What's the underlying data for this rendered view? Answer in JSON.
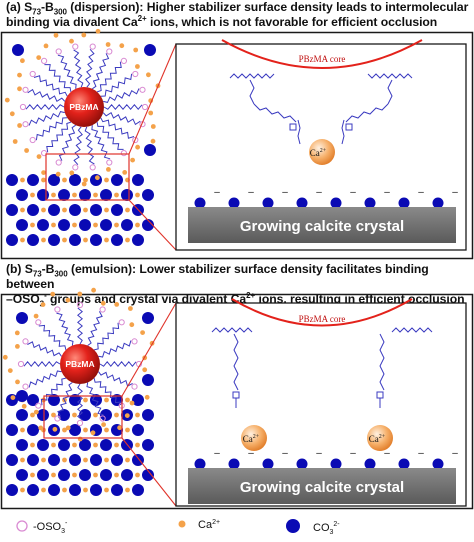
{
  "panel_a": {
    "caption_prefix": "(a) S",
    "caption_sub1": "73",
    "caption_mid": "-B",
    "caption_sub2": "300",
    "caption_rest_line1": " (dispersion): Higher stabilizer surface density leads to intermolecular",
    "caption_line2": "binding via divalent Ca",
    "caption_sup": "2+",
    "caption_line2_end": " ions, which is not favorable for efficient occlusion",
    "core_label": "PBzMA",
    "zoom_core_label": "PBzMA core",
    "zoom_ion_label": "Ca",
    "zoom_ion_sup": "2+",
    "crystal_label": "Growing calcite crystal"
  },
  "panel_b": {
    "caption_prefix": "(b) S",
    "caption_sub1": "73",
    "caption_mid": "-B",
    "caption_sub2": "300",
    "caption_rest_line1": " (emulsion): Lower stabilizer surface density facilitates binding between",
    "caption_line2_start": "–OSO",
    "caption_line2_sub": "3",
    "caption_line2_sup": "-",
    "caption_line2_mid": " groups and crystal via divalent Ca",
    "caption_sup": "2+",
    "caption_line2_end": " ions, resulting in efficient occlusion",
    "core_label": "PBzMA",
    "zoom_core_label": "PBzMA core",
    "zoom_ion_label": "Ca",
    "zoom_ion_sup": "2+",
    "crystal_label": "Growing calcite crystal"
  },
  "legend": {
    "sulfate_label": "-OSO",
    "sulfate_sub": "3",
    "sulfate_sup": "-",
    "calcium_label": "Ca",
    "calcium_sup": "2+",
    "carbonate_label": "CO",
    "carbonate_sub": "3",
    "carbonate_sup": "2-"
  },
  "colors": {
    "carbonate": "#0a0ab4",
    "calcium": "#f4a24a",
    "sulfate": "#d98ad2",
    "core": "#e3221b",
    "chain": "#3b3bc0",
    "crystal": "#6e6e6e",
    "panel_border": "#1a1a1a",
    "zoom_box": "#e0332a"
  }
}
